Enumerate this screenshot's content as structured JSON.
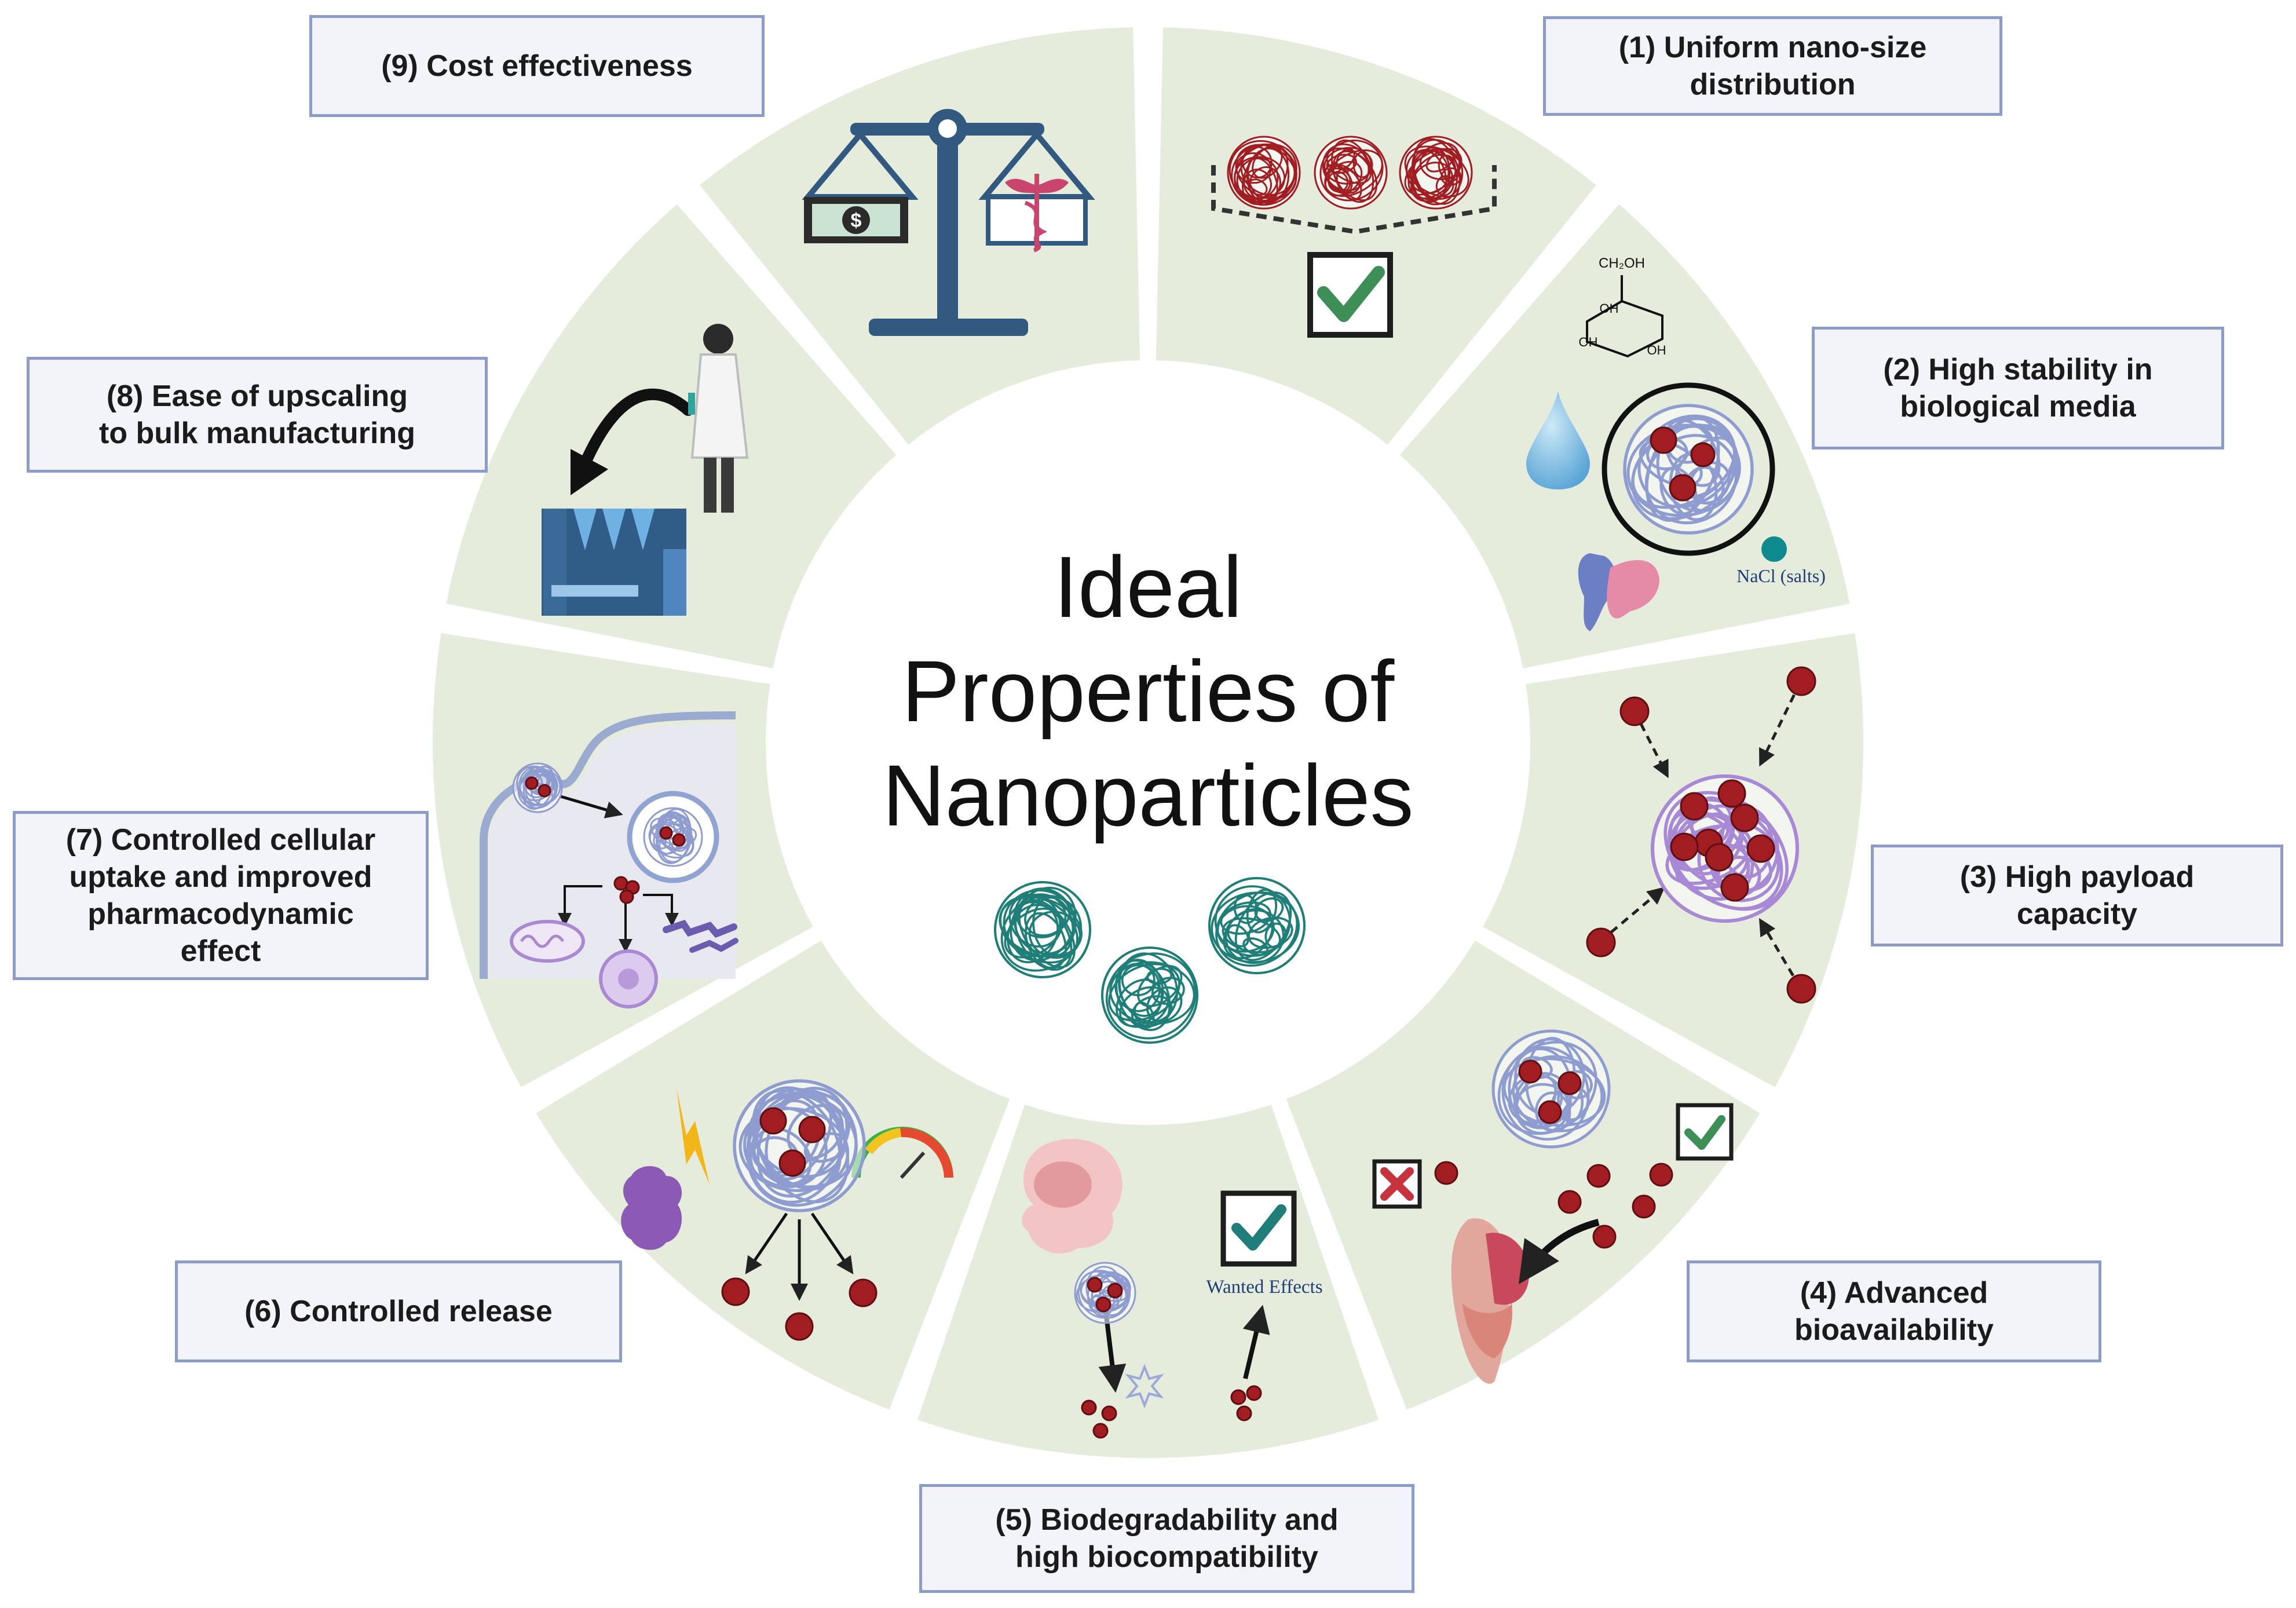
{
  "center_title": [
    "Ideal",
    "Properties of",
    "Nanoparticles"
  ],
  "properties": [
    {
      "id": 1,
      "label": "(1) Uniform nano-size\ndistribution",
      "icon": "uniform-size-icon"
    },
    {
      "id": 2,
      "label": "(2) High stability in\nbiological media",
      "icon": "stability-icon"
    },
    {
      "id": 3,
      "label": "(3) High payload\ncapacity",
      "icon": "payload-icon"
    },
    {
      "id": 4,
      "label": "(4) Advanced\nbioavailability",
      "icon": "bioavailability-icon"
    },
    {
      "id": 5,
      "label": "(5) Biodegradability and\nhigh biocompatibility",
      "icon": "biodegradability-icon"
    },
    {
      "id": 6,
      "label": "(6) Controlled release",
      "icon": "controlled-release-icon"
    },
    {
      "id": 7,
      "label": "(7) Controlled cellular\nuptake and improved\npharmacodynamic\neffect",
      "icon": "cellular-uptake-icon"
    },
    {
      "id": 8,
      "label": "(8) Ease of upscaling\nto  bulk manufacturing",
      "icon": "factory-scientist-icon"
    },
    {
      "id": 9,
      "label": "(9) Cost effectiveness",
      "icon": "balance-scale-icon"
    }
  ],
  "inner_labels": {
    "stability_salt": "NaCl (salts)",
    "sugar_formula": "CH₂OH",
    "sugar_oh": "OH",
    "wanted_effects": "Wanted Effects"
  },
  "colors": {
    "ring": "#e5ecdc",
    "label_border": "#8a9cc7",
    "label_fill": "#f3f4fa",
    "nanoparticle_red": "#a21d22",
    "nanoparticle_teal": "#1f7f78",
    "nanoparticle_purple": "#a889d6",
    "check_green": "#3d8f57"
  }
}
